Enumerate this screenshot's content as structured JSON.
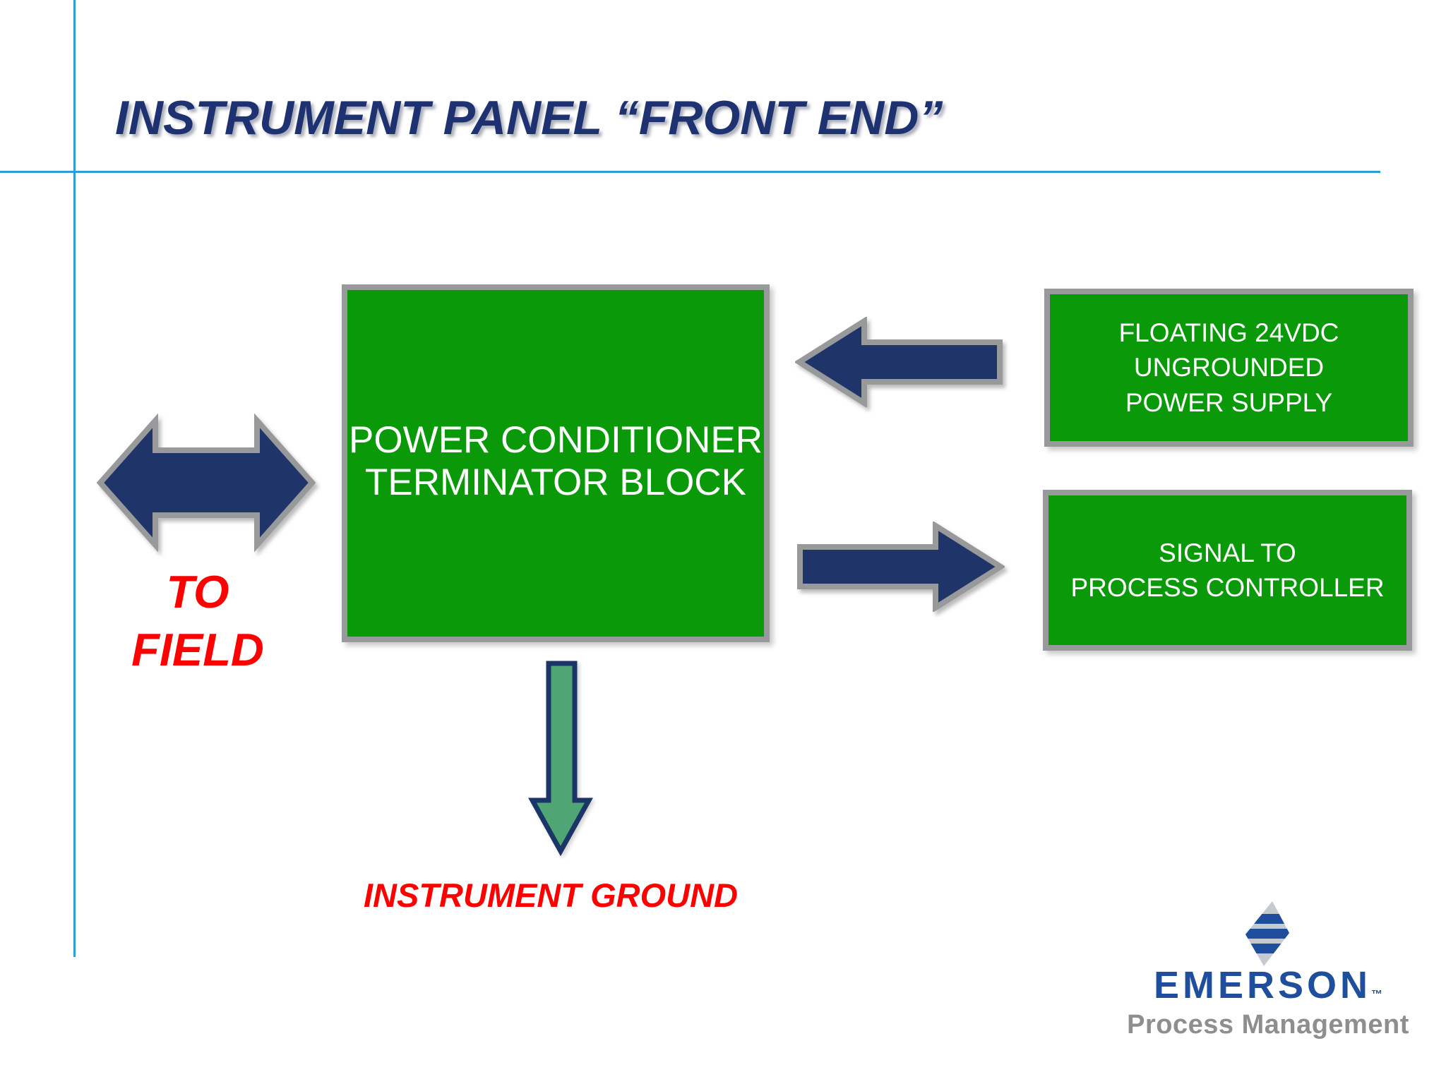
{
  "slide": {
    "title": "INSTRUMENT PANEL “FRONT END”",
    "colors": {
      "title_navy": "#1E3272",
      "box_green": "#099909",
      "box_border_gray": "#98999B",
      "box_text_white": "#FFFFFF",
      "arrow_navy": "#1F3469",
      "ground_arrow_green": "#4FA573",
      "ground_arrow_border_navy": "#1B3566",
      "label_red": "#FF0000",
      "guide_line_blue": "#2E9ED6",
      "emerson_blue": "#1F4E9C",
      "emerson_gray": "#8E8E90"
    },
    "diagram": {
      "main_box": {
        "lines": [
          "POWER CONDITIONER",
          "TERMINATOR BLOCK"
        ]
      },
      "power_supply_box": {
        "lines": [
          "FLOATING 24VDC",
          "UNGROUNDED",
          "POWER SUPPLY"
        ]
      },
      "signal_box": {
        "lines": [
          "SIGNAL TO",
          "PROCESS CONTROLLER"
        ]
      },
      "to_field_label": {
        "lines": [
          "TO",
          "FIELD"
        ]
      },
      "instrument_ground_label": "INSTRUMENT GROUND"
    },
    "logo": {
      "brand": "EMERSON",
      "trademark": "™",
      "subtitle": "Process Management"
    }
  }
}
